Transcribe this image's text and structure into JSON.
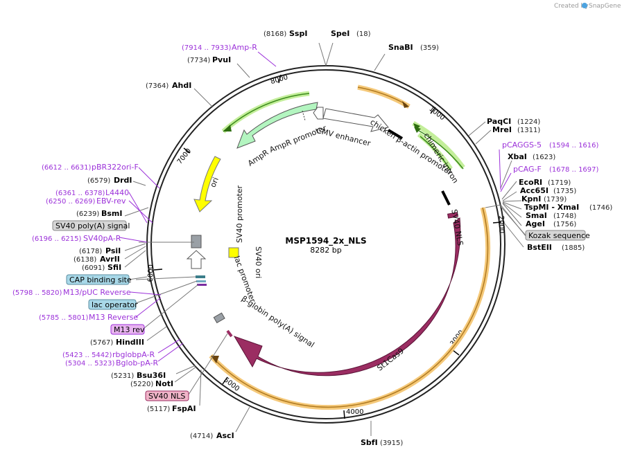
{
  "watermark": {
    "text": "Created by",
    "brand": "SnapGene"
  },
  "plasmid": {
    "name": "MSP1594_2x_NLS",
    "length_label": "8282 bp"
  },
  "ticks": [
    "1000",
    "2000",
    "3000",
    "4000",
    "5000",
    "6000",
    "7000",
    "8000"
  ],
  "enzymes": [
    {
      "pos": "(8168)",
      "name": "SspI"
    },
    {
      "pos": "(18)",
      "name": "SpeI"
    },
    {
      "pos": "(359)",
      "name": "SnaBI"
    },
    {
      "pos": "(7734)",
      "name": "PvuI"
    },
    {
      "pos": "(7364)",
      "name": "AhdI"
    },
    {
      "pos": "(1224)",
      "name": "PaqCI"
    },
    {
      "pos": "(1311)",
      "name": "MreI"
    },
    {
      "pos": "(1623)",
      "name": "XbaI"
    },
    {
      "pos": "(1719)",
      "name": "EcoRI"
    },
    {
      "pos": "(1735)",
      "name": "Acc65I"
    },
    {
      "pos": "(1739)",
      "name": "KpnI"
    },
    {
      "pos": "(1746)",
      "name": "TspMI - XmaI"
    },
    {
      "pos": "(1748)",
      "name": "SmaI"
    },
    {
      "pos": "(1756)",
      "name": "AgeI"
    },
    {
      "pos": "(1885)",
      "name": "BstEII"
    },
    {
      "pos": "(6579)",
      "name": "DrdI"
    },
    {
      "pos": "(6239)",
      "name": "BsmI"
    },
    {
      "pos": "(6178)",
      "name": "PsiI"
    },
    {
      "pos": "(6138)",
      "name": "AvrII"
    },
    {
      "pos": "(6091)",
      "name": "SfiI"
    },
    {
      "pos": "(5767)",
      "name": "HindIII"
    },
    {
      "pos": "(5231)",
      "name": "Bsu36I"
    },
    {
      "pos": "(5220)",
      "name": "NotI"
    },
    {
      "pos": "(5117)",
      "name": "FspAI"
    },
    {
      "pos": "(4714)",
      "name": "AscI"
    },
    {
      "pos": "(3915)",
      "name": "SbfI"
    }
  ],
  "primers": [
    {
      "range": "(7914 .. 7933)",
      "name": "Amp-R"
    },
    {
      "name": "pCAGGS-5",
      "range": "(1594 .. 1616)"
    },
    {
      "name": "pCAG-F",
      "range": "(1678 .. 1697)"
    },
    {
      "range": "(6612 .. 6631)",
      "name": "pBR322ori-F"
    },
    {
      "range": "(6361 .. 6378)",
      "name": "L4440"
    },
    {
      "range": "(6250 .. 6269)",
      "name": "EBV-rev"
    },
    {
      "range": "(6196 .. 6215)",
      "name": "SV40pA-R"
    },
    {
      "range": "(5798 .. 5820)",
      "name": "M13/pUC Reverse"
    },
    {
      "range": "(5785 .. 5801)",
      "name": "M13 Reverse"
    },
    {
      "range": "(5423 .. 5442)",
      "name": "rbglobpA-R"
    },
    {
      "range": "(5304 .. 5323)",
      "name": "Bglob-pA-R"
    }
  ],
  "boxed": [
    {
      "name": "Kozak sequence",
      "color": "#d6d6d6"
    },
    {
      "name": "SV40 poly(A) signal",
      "color": "#d6d6d6"
    },
    {
      "name": "CAP binding site",
      "color": "#a8d8e8"
    },
    {
      "name": "lac operator",
      "color": "#a8d8e8"
    },
    {
      "name": "M13 rev",
      "color": "#e8b4f0"
    },
    {
      "name": "SV40 NLS",
      "color": "#f0b4c8"
    }
  ],
  "features": {
    "cmv_enhancer": "CMV enhancer",
    "chicken_actin": "chicken β-actin promoter",
    "chimeric_intron": "chimeric intron",
    "sv40_nls": "SV40 NLS",
    "st1cas9": "St1Cas9",
    "bglobin": "β-globin poly(A) signal",
    "ampr": "AmpR",
    "ampr_promoter": "AmpR promoter",
    "ori": "ori",
    "sv40_promoter": "SV40 promoter",
    "sv40_ori": "SV40 ori",
    "lac_promoter": "lac promoter"
  },
  "colors": {
    "cas9": "#9b2d62",
    "ampr": "#b3f5c0",
    "ori": "#ffff00",
    "primer": "#9b30d9",
    "orange_halo": "#f5c97a",
    "green_halo": "#c3ee9a"
  }
}
